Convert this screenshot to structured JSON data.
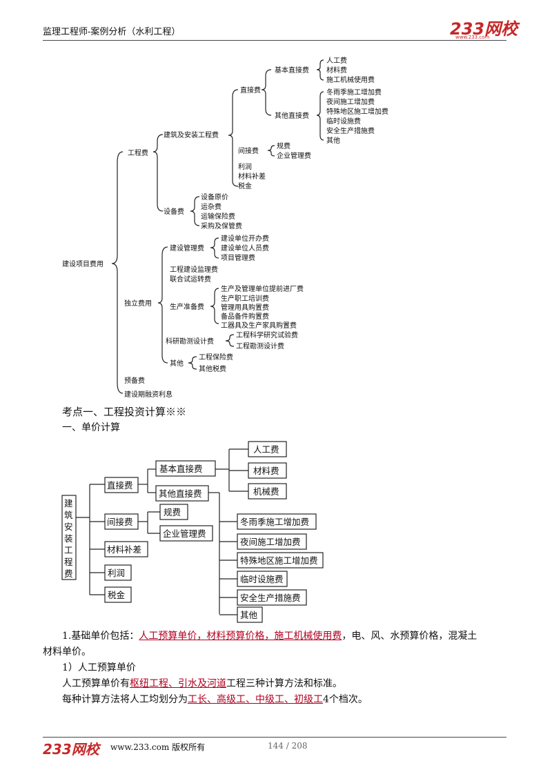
{
  "header": {
    "title": "监理工程师-案例分析（水利工程）",
    "logo": "233网校",
    "logo_url": "www.233.com"
  },
  "tree1": {
    "root": "建设项目费用",
    "gongcheng": "工程费",
    "jianzhu": "建筑及安装工程费",
    "zhijie": "直接费",
    "jiben": "基本直接费",
    "jiben_items": [
      "人工费",
      "材料费",
      "施工机械使用费"
    ],
    "qita_zhijie": "其他直接费",
    "qita_items": [
      "冬雨季施工增加费",
      "夜间施工增加费",
      "特殊地区施工增加费",
      "临时设施费",
      "安全生产措施费",
      "其他"
    ],
    "jianjie": "间接费",
    "jianjie_items": [
      "规费",
      "企业管理费"
    ],
    "lirun": "利润",
    "cailiao_bucha": "材料补差",
    "shuijin": "税金",
    "shebei": "设备费",
    "shebei_items": [
      "设备原价",
      "运杂费",
      "运输保险费",
      "采购及保管费"
    ],
    "duli": "独立费用",
    "jianshe_guanli": "建设管理费",
    "jianshe_guanli_items": [
      "建设单位开办费",
      "建设单位人员费",
      "项目管理费"
    ],
    "jianli": "工程建设监理费",
    "lianhe": "联合试运转费",
    "shengchan": "生产准备费",
    "shengchan_items": [
      "生产及管理单位提前进厂费",
      "生产职工培训费",
      "管理用具购置费",
      "备品备件购置费",
      "工器具及生产家具购置费"
    ],
    "keyan": "科研勘测设计费",
    "keyan_items": [
      "工程科学研究试验费",
      "工程勘测设计费"
    ],
    "qita": "其他",
    "qita2_items": [
      "工程保险费",
      "其他税费"
    ],
    "yubei": "预备费",
    "rongzi": "建设期融资利息"
  },
  "heading": "考点一、工程投资计算※※",
  "subheading": "一、单价计算",
  "tree2": {
    "root": "建筑安装工程费",
    "zhijie": "直接费",
    "jiben": "基本直接费",
    "qita_zhijie": "其他直接费",
    "jiben_items": [
      "人工费",
      "材料费",
      "机械费"
    ],
    "jianjie": "间接费",
    "jianjie_items": [
      "规费",
      "企业管理费"
    ],
    "cailiao_bucha": "材料补差",
    "lirun": "利润",
    "shuijin": "税金",
    "qita_items": [
      "冬雨季施工增加费",
      "夜间施工增加费",
      "特殊地区施工增加费",
      "临时设施费",
      "安全生产措施费",
      "其他"
    ]
  },
  "para1": {
    "prefix": "1.基础单价包括：",
    "highlight": "人工预算单价，材料预算价格，施工机械使用费",
    "suffix": "，电、风、水预算价格，混凝土",
    "line2": "材料单价。"
  },
  "para2": "1）人工预算单价",
  "para3": {
    "prefix": "人工预算单价有",
    "highlight": "枢纽工程、引水及河道",
    "suffix": "工程三种计算方法和标准。"
  },
  "para4": {
    "prefix": "每种计算方法将人工均划分为",
    "highlight": "工长、高级工、中级工、初级工",
    "suffix": "4个档次。"
  },
  "footer": {
    "logo": "233网校",
    "site": "www.233.com 版权所有",
    "page": "144 / 208"
  },
  "colors": {
    "brand": "#c62828",
    "highlight": "#b00020"
  }
}
